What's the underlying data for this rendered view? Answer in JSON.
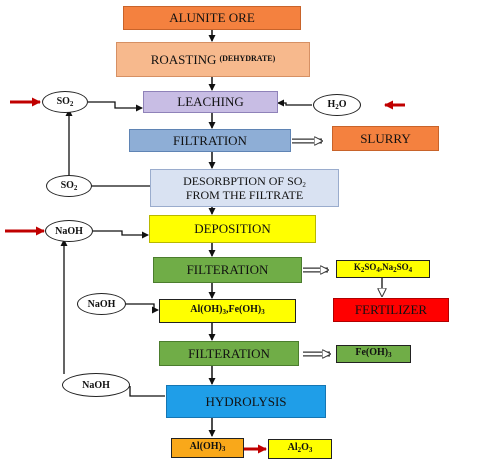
{
  "steps": {
    "alunite_ore": "ALUNITE ORE",
    "roasting": "ROASTING",
    "roasting_note": "(DEHYDRATE)",
    "leaching": "LEACHING",
    "filtration": "FILTRATION",
    "slurry": "SLURRY",
    "desorption_line1": "DESORBPTION OF SO",
    "desorption_sub": "2",
    "desorption_line2": "FROM THE FILTRATE",
    "deposition": "DEPOSITION",
    "filteration1": "FILTERATION",
    "filteration2": "FILTERATION",
    "hydrolysis": "HYDROLYSIS",
    "fertilizer": "FERTILIZER"
  },
  "chemicals": {
    "so2_in": {
      "base": "SO",
      "sub": "2"
    },
    "so2_recycle": {
      "base": "SO",
      "sub": "2"
    },
    "h2o": {
      "a": "H",
      "sub": "2",
      "b": "O"
    },
    "naoh_1": "NaOH",
    "naoh_2": "NaOH",
    "naoh_3": "NaOH",
    "k2so4_na2so4": {
      "a": "K",
      "s1": "2",
      "b": "SO",
      "s2": "4",
      "c": ",Na",
      "s3": "2",
      "d": "SO",
      "s4": "4"
    },
    "aloh3_feoh3_a": {
      "a": "Al(OH)",
      "s1": "3",
      "b": ",Fe(OH)",
      "s2": "3"
    },
    "feoh3": {
      "a": "Fe(OH)",
      "s1": "3"
    },
    "aloh3_final": {
      "a": "Al(OH)",
      "s1": "3"
    },
    "al2o3": {
      "a": "Al",
      "s1": "2",
      "b": "O",
      "s2": "3"
    }
  },
  "colors": {
    "orange": "#f4813f",
    "peach": "#f7b98d",
    "lavender": "#c8bde4",
    "steel_blue": "#8eaed6",
    "light_blue": "#d9e2f2",
    "yellow": "#ffff00",
    "green": "#70ad47",
    "red": "#ff0000",
    "azure": "#1f9ee8",
    "amber": "#f9a81a",
    "dark_red": "#c00000"
  }
}
